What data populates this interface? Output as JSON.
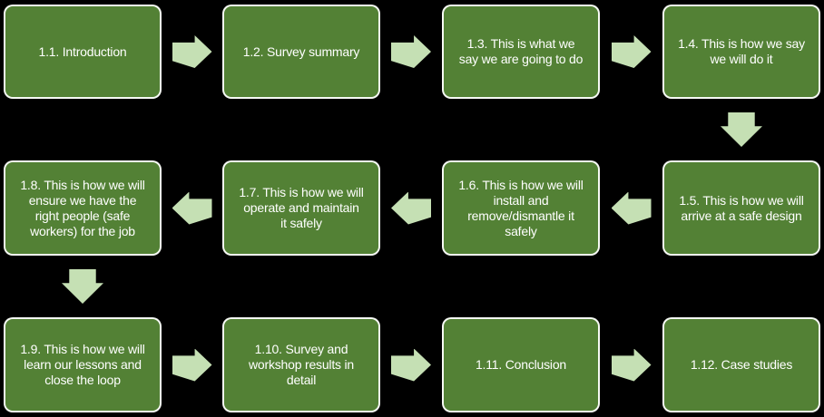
{
  "diagram": {
    "background": "#000000",
    "box_fill": "#538135",
    "box_border": "#FFFFFF",
    "arrow_fill": "#C5E0B4",
    "text_color": "#FFFFFF"
  },
  "steps": [
    {
      "id": "1.1",
      "label": "1.1. Introduction"
    },
    {
      "id": "1.2",
      "label": "1.2. Survey summary"
    },
    {
      "id": "1.3",
      "label": "1.3. This is what we\nsay we are going to do"
    },
    {
      "id": "1.4",
      "label": "1.4. This is how we say\nwe will do it"
    },
    {
      "id": "1.5",
      "label": "1.5. This is how we will\narrive at a safe design"
    },
    {
      "id": "1.6",
      "label": "1.6. This is how we will\ninstall and\nremove/dismantle it\nsafely"
    },
    {
      "id": "1.7",
      "label": "1.7. This is how we will\noperate and maintain\nit safely"
    },
    {
      "id": "1.8",
      "label": "1.8. This is how we will\nensure we have the\nright people (safe\nworkers) for the job"
    },
    {
      "id": "1.9",
      "label": "1.9. This is how we will\nlearn our lessons and\nclose the loop"
    },
    {
      "id": "1.10",
      "label": "1.10. Survey and\nworkshop results in\ndetail"
    },
    {
      "id": "1.11",
      "label": "1.11. Conclusion"
    },
    {
      "id": "1.12",
      "label": "1.12. Case studies"
    }
  ],
  "flow": [
    {
      "from": "1.1",
      "to": "1.2",
      "direction": "right"
    },
    {
      "from": "1.2",
      "to": "1.3",
      "direction": "right"
    },
    {
      "from": "1.3",
      "to": "1.4",
      "direction": "right"
    },
    {
      "from": "1.4",
      "to": "1.5",
      "direction": "down"
    },
    {
      "from": "1.5",
      "to": "1.6",
      "direction": "left"
    },
    {
      "from": "1.6",
      "to": "1.7",
      "direction": "left"
    },
    {
      "from": "1.7",
      "to": "1.8",
      "direction": "left"
    },
    {
      "from": "1.8",
      "to": "1.9",
      "direction": "down"
    },
    {
      "from": "1.9",
      "to": "1.10",
      "direction": "right"
    },
    {
      "from": "1.10",
      "to": "1.11",
      "direction": "right"
    },
    {
      "from": "1.11",
      "to": "1.12",
      "direction": "right"
    }
  ]
}
